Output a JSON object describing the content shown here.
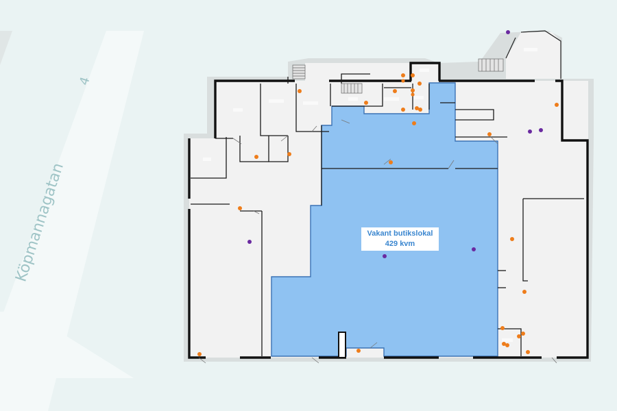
{
  "map": {
    "street": {
      "name": "Köpmannagatan",
      "number": "4"
    },
    "vacancy": {
      "title": "Vakant butikslokal",
      "area": "429 kvm"
    },
    "colors": {
      "background": "#eaf3f3",
      "street_band": "#f4f9f9",
      "building_shadow": "#d9dede",
      "floor": "#f2f2f2",
      "wall": "#111111",
      "vacant_fill": "#8fc2f2",
      "vacant_outline": "#3b72b5",
      "marker_orange": "#ee7d1b",
      "marker_purple": "#6a2aa0"
    },
    "marker_types": [
      "orange-sensor-dot",
      "purple-sensor-dot"
    ]
  }
}
